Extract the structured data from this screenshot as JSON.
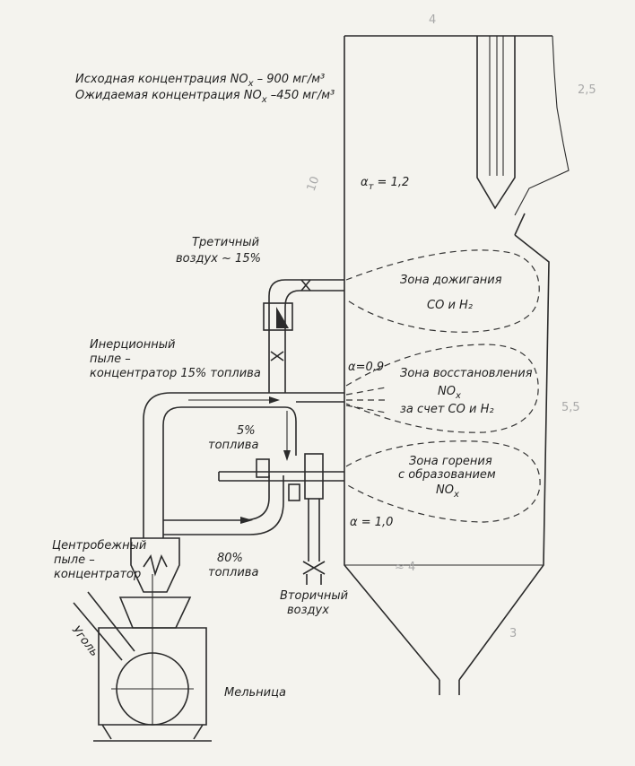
{
  "header": {
    "line1_prefix": "Исходная концентрация NO",
    "line1_sub": "x",
    "line1_value": " – 900 мг/м³",
    "line2_prefix": "Ожидаемая концентрация NO",
    "line2_sub": "x",
    "line2_value": " –450 мг/м³"
  },
  "labels": {
    "alpha_t": "α",
    "alpha_t_sub": "т",
    "alpha_t_value": " = 1,2",
    "tertiary_air_1": "Третичный",
    "tertiary_air_2": "воздух ~ 15%",
    "inertial_1": "Инерционный",
    "inertial_2": "пыле –",
    "inertial_3": "концентратор 15% топлива",
    "alpha_09": "α=0,9",
    "alpha_10": "α = 1,0",
    "fuel5_1": "5%",
    "fuel5_2": "топлива",
    "fuel80_1": "80%",
    "fuel80_2": "топлива",
    "centrifugal_1": "Центробежный",
    "centrifugal_2": "пыле –",
    "centrifugal_3": "концентратор",
    "coal": "Уголь",
    "secondary_air_1": "Вторичный",
    "secondary_air_2": "воздух",
    "mill": "Мельница"
  },
  "zones": {
    "afterburn_1": "Зона дожигания",
    "afterburn_2": "CO и H₂",
    "reduction_1": "Зона восстановления",
    "reduction_2": "NO",
    "reduction_2_sub": "x",
    "reduction_3": "за счет CO и H₂",
    "combustion_1": "Зона горения",
    "combustion_2": "с образованием",
    "combustion_3": "NO",
    "combustion_3_sub": "x"
  },
  "pencil_notes": [
    "4",
    "2,5",
    "10",
    "5,5",
    "3",
    "≈ 4"
  ]
}
